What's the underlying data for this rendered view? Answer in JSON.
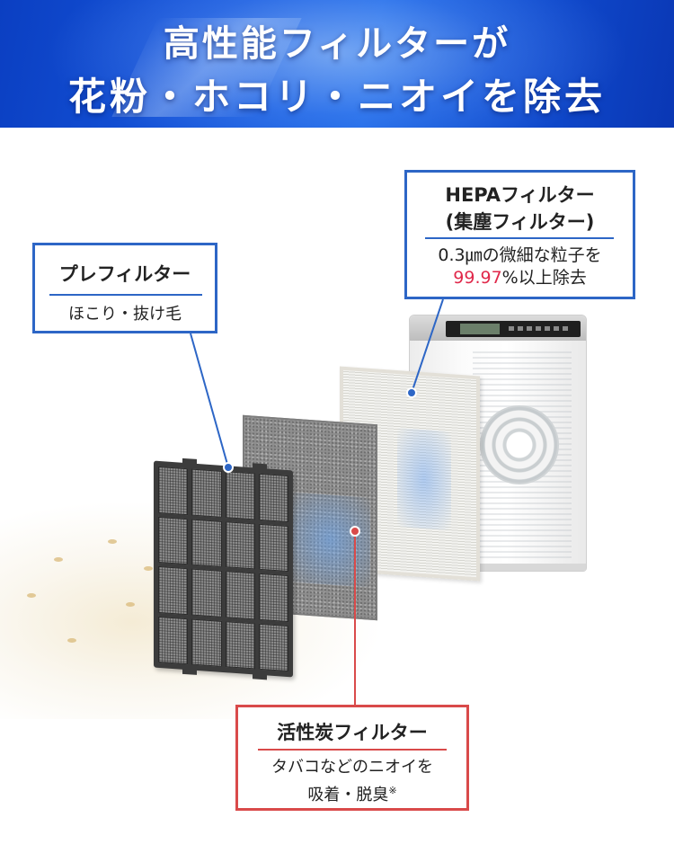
{
  "header": {
    "line1": "高性能フィルターが",
    "line2": "花粉・ホコリ・ニオイを除去"
  },
  "callouts": {
    "pre": {
      "title": "プレフィルター",
      "desc": "ほこり・抜け毛",
      "color": "#2d66c6"
    },
    "hepa": {
      "title_line1": "HEPAフィルター",
      "title_line2": "(集塵フィルター)",
      "desc_line1": "0.3㎛の微細な粒子を",
      "desc_value": "99.97",
      "desc_rest": "%以上除去",
      "color": "#2d66c6",
      "highlight_color": "#e0284a"
    },
    "carbon": {
      "title": "活性炭フィルター",
      "desc_line1": "タバコなどのニオイを",
      "desc_line2": "吸着・脱臭",
      "note_mark": "※",
      "color": "#d94a4a"
    }
  },
  "illustration": {
    "items": [
      "pre-filter-image",
      "carbon-filter-image",
      "hepa-filter-image",
      "air-purifier-image"
    ]
  }
}
